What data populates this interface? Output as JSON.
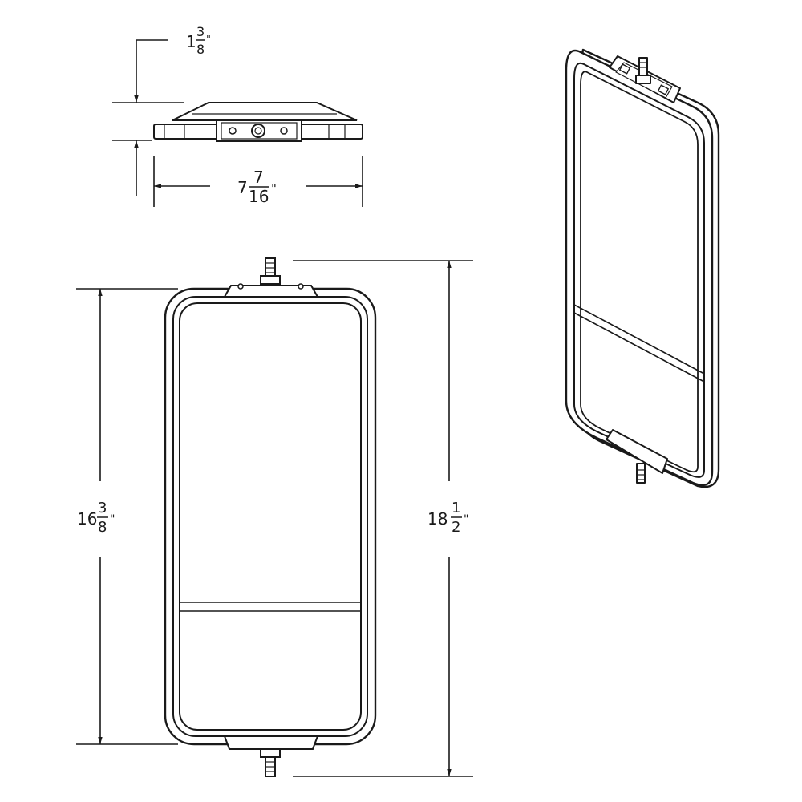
{
  "colors": {
    "line": "#1a1a1a",
    "background": "#ffffff",
    "mirror": "#ffffff",
    "frame": "#ffffff"
  },
  "dimensions": {
    "depth": {
      "whole": "1",
      "num": "3",
      "den": "8",
      "unit": "\""
    },
    "width": {
      "whole": "7",
      "num": "7",
      "den": "16",
      "unit": "\""
    },
    "glass_height": {
      "whole": "16",
      "num": "3",
      "den": "8",
      "unit": "\""
    },
    "overall_height": {
      "whole": "18",
      "num": "1",
      "den": "2",
      "unit": "\""
    }
  }
}
